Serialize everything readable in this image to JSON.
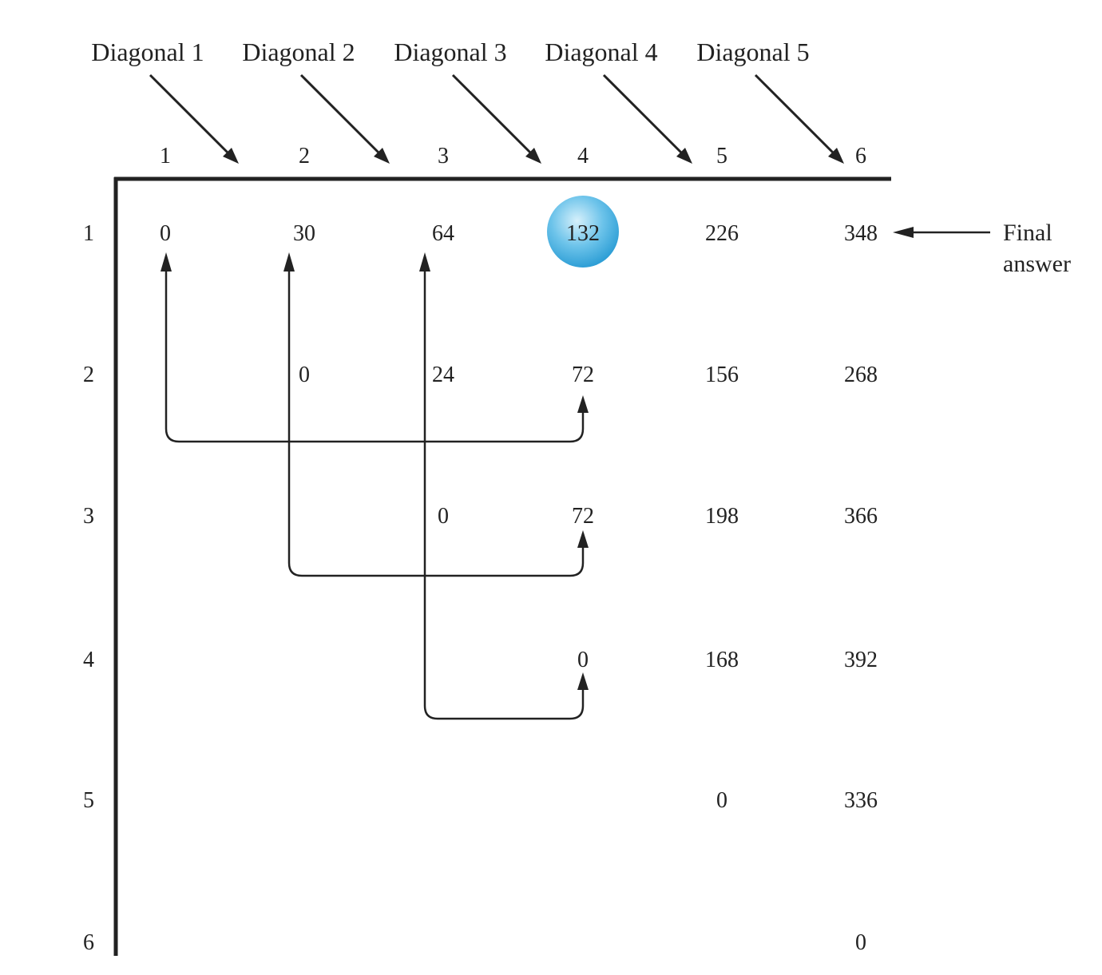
{
  "diagonal_labels": [
    "Diagonal 1",
    "Diagonal 2",
    "Diagonal 3",
    "Diagonal 4",
    "Diagonal 5"
  ],
  "column_headers": [
    "1",
    "2",
    "3",
    "4",
    "5",
    "6"
  ],
  "row_headers": [
    "1",
    "2",
    "3",
    "4",
    "5",
    "6"
  ],
  "table": [
    [
      "0",
      "30",
      "64",
      "132",
      "226",
      "348"
    ],
    [
      "",
      "0",
      "24",
      "72",
      "156",
      "268"
    ],
    [
      "",
      "",
      "0",
      "72",
      "198",
      "366"
    ],
    [
      "",
      "",
      "",
      "0",
      "168",
      "392"
    ],
    [
      "",
      "",
      "",
      "",
      "0",
      "336"
    ],
    [
      "",
      "",
      "",
      "",
      "",
      "0"
    ]
  ],
  "highlighted_cell": {
    "row": 1,
    "col": 4
  },
  "final_answer": {
    "line1": "Final",
    "line2": "answer"
  },
  "colors": {
    "ink": "#222222",
    "highlight_light": "#d6f0fb",
    "highlight_mid": "#6cc3ea",
    "highlight_dark": "#2f9fd6"
  }
}
